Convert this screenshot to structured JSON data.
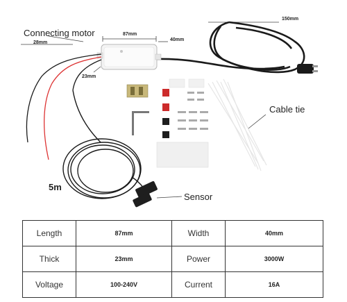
{
  "labels": {
    "connecting_motor": "Connecting motor",
    "dim_28": "28mm",
    "dim_87": "87mm",
    "dim_40": "40mm",
    "dim_150": "150mm",
    "dim_23": "23mm",
    "cable_tie": "Cable tie",
    "length_5m": "5m",
    "sensor": "Sensor"
  },
  "specs": {
    "rows": [
      {
        "k1": "Length",
        "v1": "87mm",
        "k2": "Width",
        "v2": "40mm"
      },
      {
        "k1": "Thick",
        "v1": "23mm",
        "k2": "Power",
        "v2": "3000W"
      },
      {
        "k1": "Voltage",
        "v1": "100-240V",
        "k2": "Current",
        "v2": "16A"
      }
    ]
  }
}
